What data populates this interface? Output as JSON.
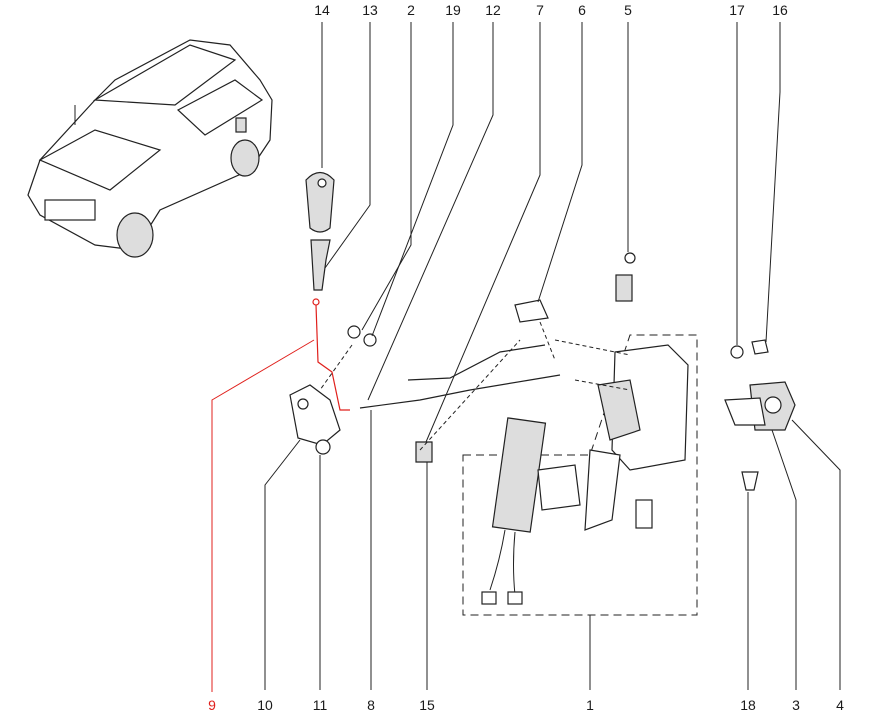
{
  "diagram": {
    "highlight_color": "#e0201c",
    "callouts_top": [
      "14",
      "13",
      "2",
      "19",
      "12",
      "7",
      "6",
      "5",
      "17",
      "16"
    ],
    "callouts_bottom": [
      "9",
      "10",
      "11",
      "8",
      "15",
      "1",
      "18",
      "3",
      "4"
    ],
    "highlighted_callout": "9"
  }
}
